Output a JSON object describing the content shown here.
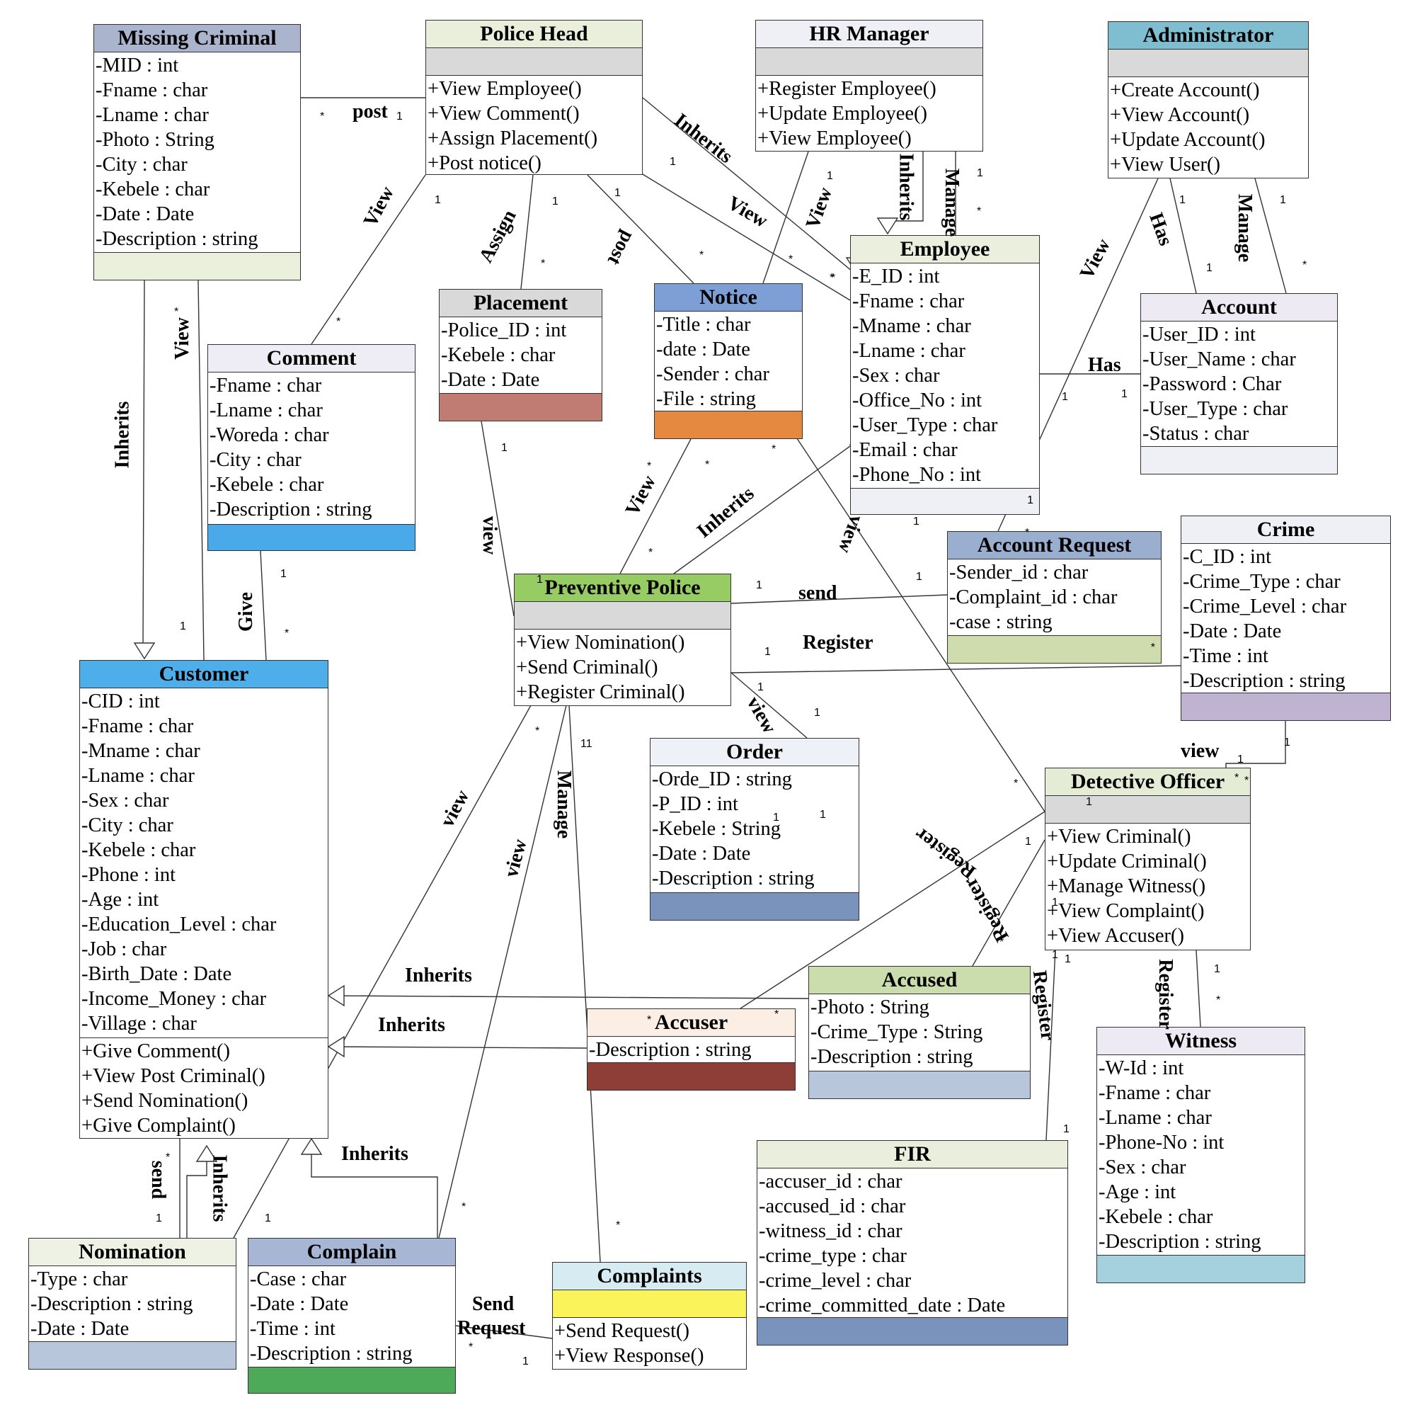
{
  "colors": {
    "line": "#333333",
    "head_missing_criminal": "#aab4cd",
    "head_police_head": "#eaefdc",
    "head_hr_manager": "#eef0f6",
    "head_administrator": "#7fbdd0",
    "head_employee": "#eaf0dd",
    "head_account": "#eeeaf4",
    "head_comment": "#eeecf4",
    "head_placement": "#d9d9d9",
    "head_notice": "#7d9fd6",
    "head_preventive_police": "#97cc64",
    "head_account_request": "#9aaed0",
    "head_crime": "#eef0f6",
    "head_customer": "#4eaeea",
    "head_order": "#eef1f6",
    "head_detective_officer": "#e4ecd6",
    "head_accuser": "#fbeee4",
    "head_accused": "#cbdcad",
    "head_fir": "#eaefdd",
    "head_witness": "#eeeaf4",
    "head_nomination": "#eef2e4",
    "head_complain": "#a7b6d4",
    "head_complaints": "#d7ebf2",
    "band_grey": "#d9d9d9",
    "foot_missing_criminal": "#ebf0dd",
    "foot_employee": "#eef0f6",
    "foot_account": "#eef0f6",
    "foot_comment": "#49a9e9",
    "foot_placement": "#c07b73",
    "foot_notice": "#e4893f",
    "foot_account_request": "#cfdcae",
    "foot_crime": "#c0b3d1",
    "foot_order": "#7a93bd",
    "foot_accuser": "#8e3e36",
    "foot_accused": "#b8c6dc",
    "foot_fir": "#7a93bd",
    "foot_witness": "#a5d0de",
    "foot_nomination": "#b8c6dc",
    "foot_complain": "#4eaa58",
    "foot_complaints": "#fbf35a"
  },
  "classes": {
    "missing_criminal": {
      "name": "Missing Criminal",
      "attributes": [
        "-MID : int",
        "-Fname : char",
        "-Lname : char",
        "-Photo : String",
        "-City : char",
        "-Kebele : char",
        "-Date : Date",
        "-Description : string"
      ]
    },
    "police_head": {
      "name": "Police Head",
      "operations": [
        "+View Employee()",
        "+View Comment()",
        "+Assign Placement()",
        "+Post notice()"
      ]
    },
    "hr_manager": {
      "name": "HR Manager",
      "operations": [
        "+Register Employee()",
        "+Update Employee()",
        "+View Employee()"
      ]
    },
    "administrator": {
      "name": "Administrator",
      "operations": [
        "+Create Account()",
        "+View Account()",
        "+Update Account()",
        "+View User()"
      ]
    },
    "employee": {
      "name": "Employee",
      "attributes": [
        "-E_ID : int",
        "-Fname : char",
        "-Mname : char",
        "-Lname : char",
        "-Sex : char",
        "-Office_No : int",
        "-User_Type : char",
        "-Email : char",
        "-Phone_No : int"
      ],
      "footer_mark": "1"
    },
    "account": {
      "name": "Account",
      "attributes": [
        "-User_ID : int",
        "-User_Name : char",
        "-Password : Char",
        "-User_Type : char",
        "-Status : char"
      ]
    },
    "comment": {
      "name": "Comment",
      "attributes": [
        "-Fname : char",
        "-Lname : char",
        "-Woreda : char",
        "-City : char",
        "-Kebele : char",
        "-Description : string"
      ]
    },
    "placement": {
      "name": "Placement",
      "attributes": [
        "-Police_ID : int",
        "-Kebele : char",
        "-Date : Date"
      ]
    },
    "notice": {
      "name": "Notice",
      "attributes": [
        "-Title : char",
        "-date : Date",
        "-Sender : char",
        "-File : string"
      ]
    },
    "preventive_police": {
      "name": "Preventive Police",
      "operations": [
        "+View Nomination()",
        "+Send Criminal()",
        "+Register Criminal()"
      ]
    },
    "account_request": {
      "name": "Account Request",
      "attributes": [
        "-Sender_id : char",
        "-Complaint_id : char",
        "-case : string"
      ],
      "footer_mark": "*"
    },
    "crime": {
      "name": "Crime",
      "attributes": [
        "-C_ID : int",
        "-Crime_Type : char",
        "-Crime_Level : char",
        "-Date : Date",
        "-Time : int",
        "-Description : string"
      ]
    },
    "customer": {
      "name": "Customer",
      "attributes": [
        "-CID : int",
        "-Fname : char",
        "-Mname : char",
        "-Lname : char",
        "-Sex : char",
        "-City : char",
        "-Kebele : char",
        "-Phone : int",
        "-Age : int",
        "-Education_Level : char",
        "-Job : char",
        "-Birth_Date : Date",
        "-Income_Money : char",
        "-Village : char"
      ],
      "operations": [
        "+Give Comment()",
        "+View Post Criminal()",
        "+Send Nomination()",
        "+Give Complaint()"
      ]
    },
    "order": {
      "name": "Order",
      "attributes": [
        "-Orde_ID : string",
        "-P_ID : int",
        "-Kebele : String",
        "-Date : Date",
        "-Description : string"
      ]
    },
    "detective_officer": {
      "name": "Detective Officer",
      "operations": [
        "+View Criminal()",
        "+Update Criminal()",
        "+Manage Witness()",
        "+View Complaint()",
        "+View Accuser()"
      ]
    },
    "accuser": {
      "name": "Accuser",
      "attributes": [
        "-Description : string"
      ]
    },
    "accused": {
      "name": "Accused",
      "attributes": [
        "-Photo : String",
        "-Crime_Type : String",
        "-Description : string"
      ]
    },
    "fir": {
      "name": "FIR",
      "attributes": [
        "-accuser_id : char",
        "-accused_id : char",
        "-witness_id : char",
        "-crime_type : char",
        "-crime_level : char",
        "-crime_committed_date : Date"
      ]
    },
    "witness": {
      "name": "Witness",
      "attributes": [
        "-W-Id : int",
        "-Fname : char",
        "-Lname : char",
        "-Phone-No : int",
        "-Sex : char",
        "-Age : int",
        "-Kebele : char",
        "-Description : string"
      ]
    },
    "nomination": {
      "name": "Nomination",
      "attributes": [
        "-Type : char",
        "-Description : string",
        "-Date : Date"
      ]
    },
    "complain": {
      "name": "Complain",
      "attributes": [
        "-Case : char",
        "-Date : Date",
        "-Time : int",
        "-Description : string"
      ]
    },
    "complaints": {
      "name": "Complaints",
      "operations": [
        "+Send Request()",
        "+View Response()"
      ]
    }
  },
  "relation_labels": {
    "post_mc": "post",
    "view_ph_comment": "View",
    "assign": "Assign",
    "post_notice": "post",
    "inherits_ph": "Inherits",
    "view_ph_emp": "View",
    "view_hr": "View",
    "inherits_hr": "Inherits",
    "manage_hr": "Manage",
    "view_admin": "View",
    "has_admin": "Has",
    "manage_admin": "Manage",
    "has_emp_acc": "Has",
    "inherits_mc": "Inherits",
    "view_mc": "View",
    "give": "Give",
    "view_placement": "view",
    "view_notice": "View",
    "inherits_pp": "Inherits",
    "view_do_notice": "view",
    "send_pp": "send",
    "register_pp": "Register",
    "view_order": "view",
    "view_crime": "view",
    "register_do_accuser": "Register",
    "register_do_accused": "Register",
    "register_fir": "Register",
    "register_witness": "Register",
    "view_pp_nom": "view",
    "view_pp_complain": "view",
    "manage_pp": "Manage",
    "inherits_accused": "Inherits",
    "inherits_accuser": "Inherits",
    "inherits_complain": "Inherits",
    "inherits_nom": "Inherits",
    "send_nom": "send",
    "send_request_1": "Send",
    "send_request_2": "Request"
  },
  "multiplicities": {
    "m1": "*",
    "m2": "1",
    "m3": "1",
    "m4": "*",
    "m5": "1",
    "m6": "*",
    "m7": "1",
    "m8": "*",
    "m9": "1",
    "m10": "*",
    "m11": "*",
    "m12": "1",
    "m13": "1",
    "m14": "*",
    "m15": "1",
    "m16": "1",
    "m17": "1",
    "m18": "*",
    "m19": "1",
    "m20": "1",
    "m21": "*",
    "m22": "1",
    "m23": "*",
    "m24": "1",
    "m25": "*",
    "m26": "*",
    "m27": "*",
    "m28": "*",
    "m29": "1",
    "m30": "1",
    "m31": "1",
    "m32": "1",
    "m33": "1",
    "m34": "1",
    "m35": "*",
    "m36": "1",
    "m37": "1",
    "m38": "*",
    "m39": "*",
    "m40": "1",
    "m41": "1",
    "m42": "*",
    "m43": "1",
    "m44": "1",
    "m45": "1",
    "m46": "*",
    "m47": "*",
    "m48": "1",
    "m49": "*",
    "m50": "*",
    "m51": "11",
    "m52": "1",
    "m53": "*",
    "m54": "1",
    "m55": "*",
    "m56": "1",
    "m57": "1",
    "m58": "*",
    "m59": "*",
    "m60": "1",
    "m61": "1",
    "m62": "*",
    "m63": "1",
    "m64": "*",
    "m65": "1"
  }
}
